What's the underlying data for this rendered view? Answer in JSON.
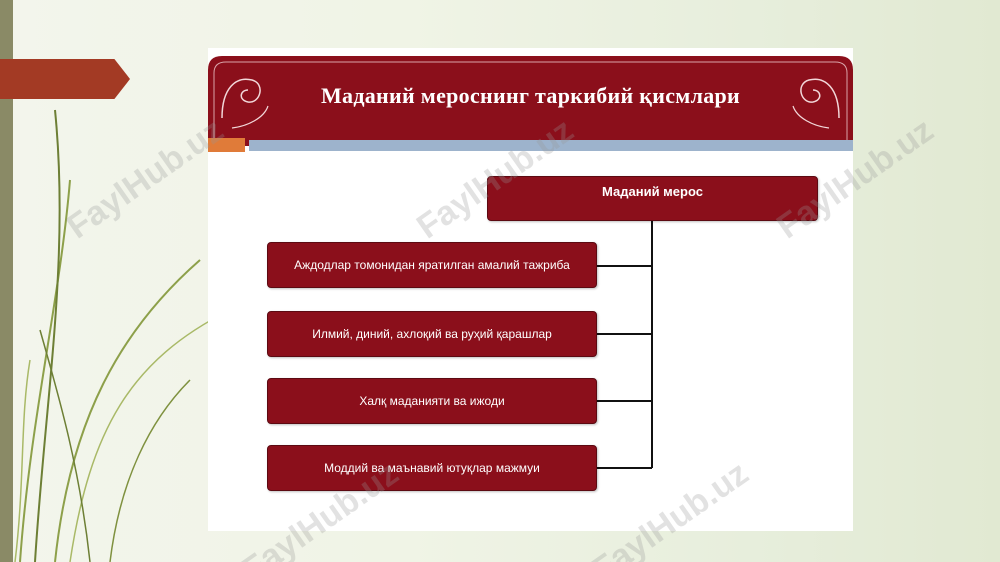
{
  "slide": {
    "title": "Маданий мероснинг таркибий қисмлари"
  },
  "diagram": {
    "root": "Маданий мерос",
    "children": [
      "Аждодлар томонидан яратилган амалий тажриба",
      "Илмий, диний, ахлоқий ва руҳий қарашлар",
      "Халқ маданияти ва ижоди",
      "Моддий ва маънавий ютуқлар мажмуи"
    ]
  },
  "watermark": {
    "text": "FaylHub.uz"
  },
  "colors": {
    "node_fill": "#8b0f1b",
    "banner": "#8b0f1b",
    "accent_arrow": "#a33a24",
    "underline_orange": "#e07b39",
    "underline_blue": "#9db3cc"
  }
}
